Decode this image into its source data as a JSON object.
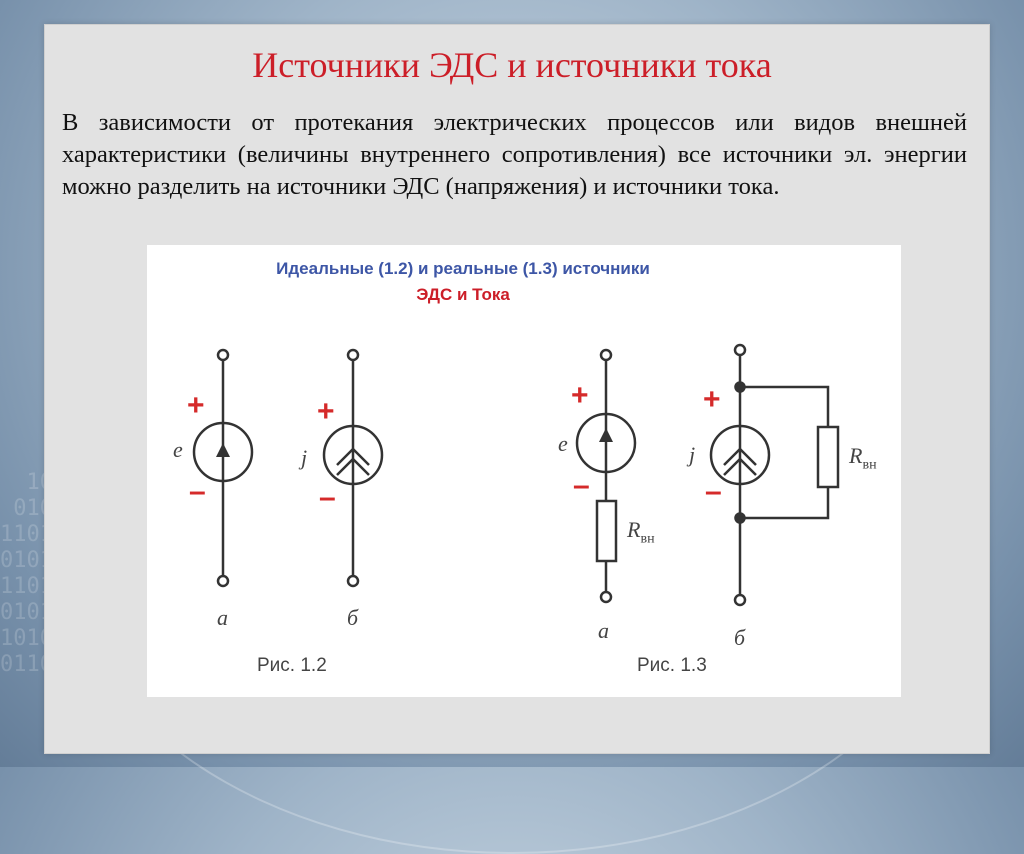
{
  "slide": {
    "title": "Источники ЭДС и источники тока",
    "paragraph": "В зависимости от протекания электрических процессов или видов внешней характеристики (величины внутреннего сопротивления) все источники эл. энергии можно разделить на источники ЭДС (напряжения) и источники тока."
  },
  "figure": {
    "title_line1": "Идеальные (1.2) и реальные (1.3) источники",
    "title_line2": "ЭДС и Тока",
    "circuits": {
      "a1": {
        "symbol": "e",
        "plus": "+",
        "minus": "–",
        "letter": "а"
      },
      "b1": {
        "symbol": "j",
        "plus": "+",
        "minus": "–",
        "letter": "б"
      },
      "a2": {
        "symbol": "e",
        "plus": "+",
        "minus": "–",
        "letter": "а",
        "resistor": "R",
        "resistor_sub": "вн"
      },
      "b2": {
        "symbol": "j",
        "plus": "+",
        "minus": "–",
        "letter": "б",
        "resistor": "R",
        "resistor_sub": "вн"
      }
    },
    "caption_left": "Рис. 1.2",
    "caption_right": "Рис. 1.3",
    "colors": {
      "title_blue": "#3d56a6",
      "accent_red": "#cc1e28",
      "wire": "#333333"
    }
  }
}
